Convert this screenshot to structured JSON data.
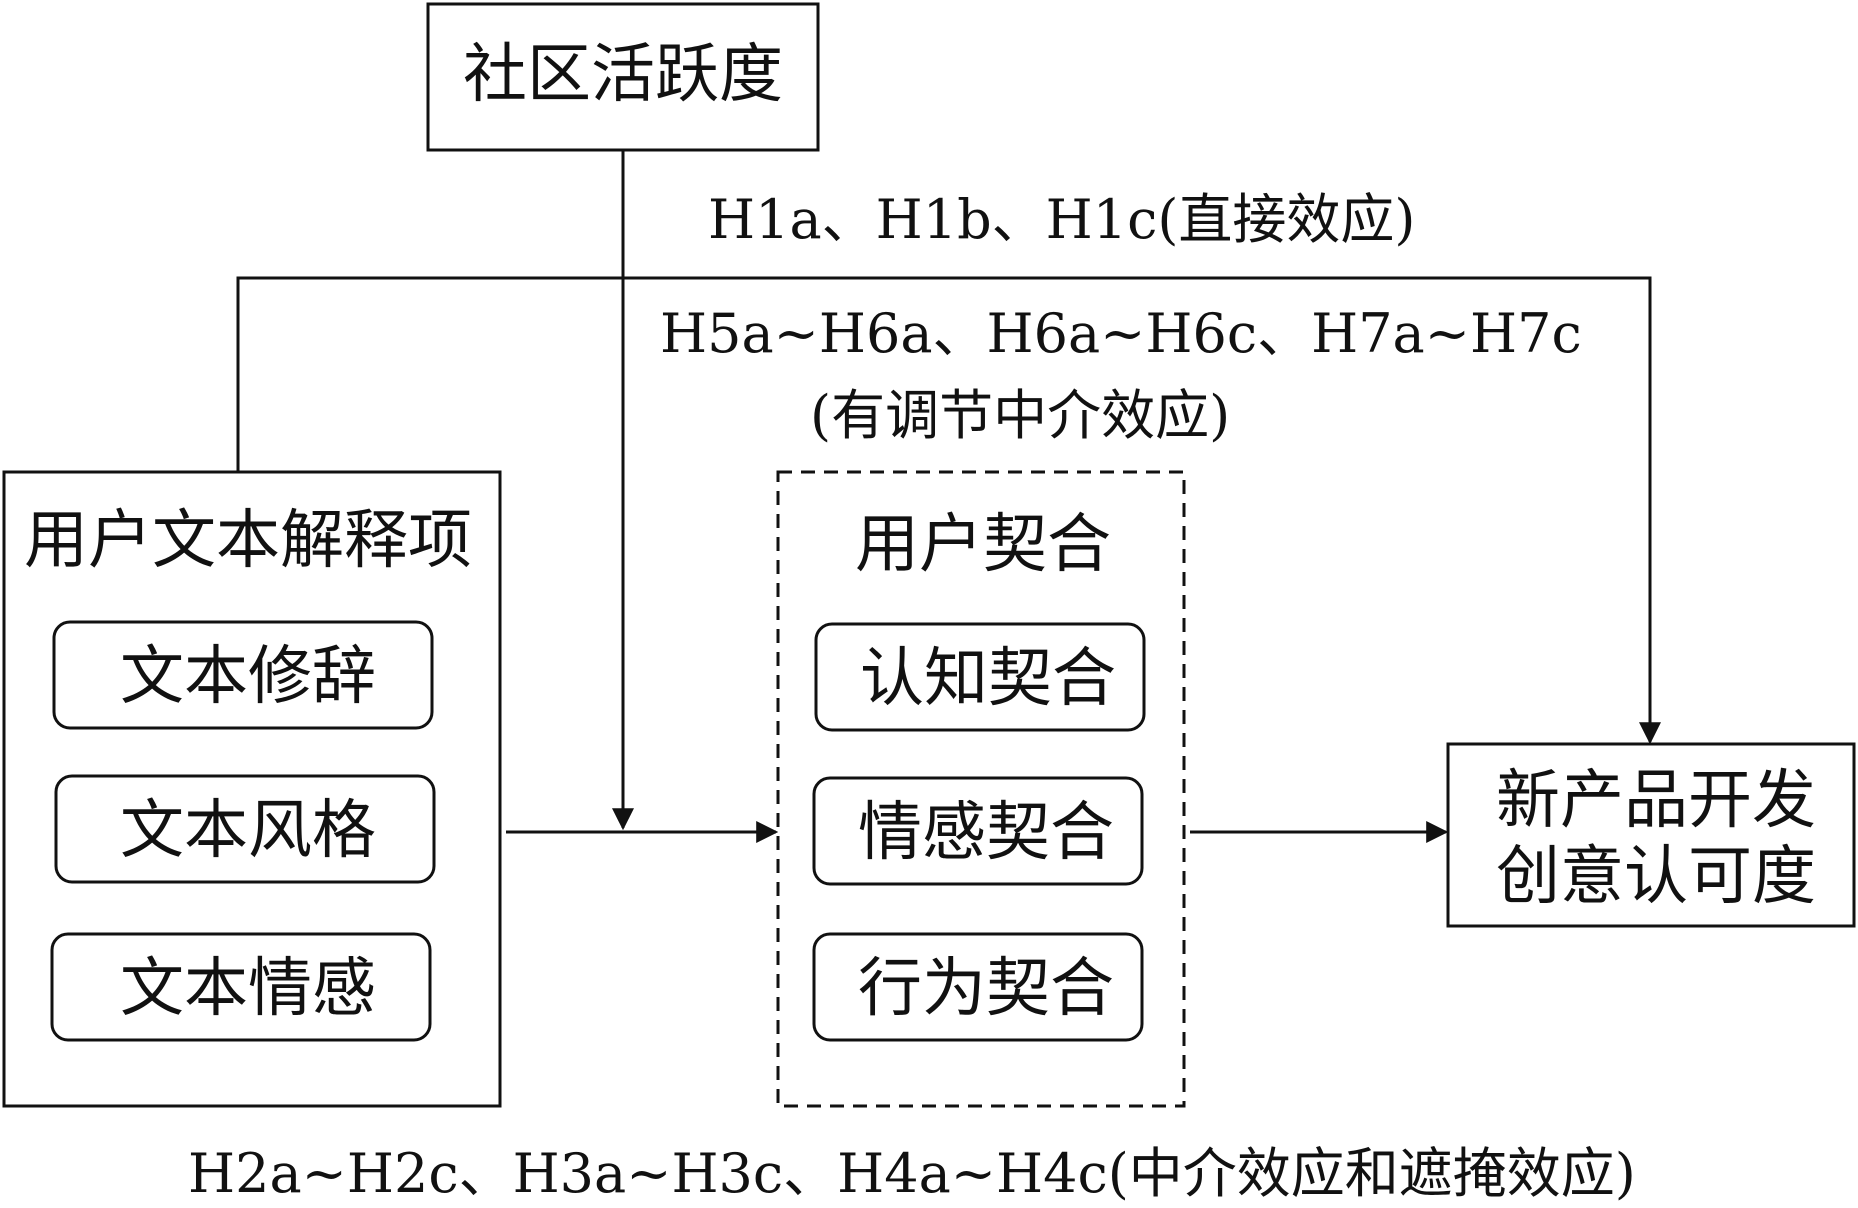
{
  "nodes": {
    "community_activity": "社区活跃度",
    "user_text_items": {
      "title": "用户文本解释项",
      "items": [
        "文本修辞",
        "文本风格",
        "文本情感"
      ]
    },
    "user_engagement": {
      "title": "用户契合",
      "items": [
        "认知契合",
        "情感契合",
        "行为契合"
      ]
    },
    "outcome": {
      "line1": "新产品开发",
      "line2": "创意认可度"
    }
  },
  "labels": {
    "direct_effect": "H1a、H1b、H1c(直接效应)",
    "moderated_mediation_line1": "H5a~H6a、H6a~H6c、H7a~H7c",
    "moderated_mediation_line2": "(有调节中介效应)",
    "mediation_masking": "H2a~H2c、H3a~H3c、H4a~H4c(中介效应和遮掩效应)"
  },
  "colors": {
    "stroke": "#111111",
    "background": "#ffffff"
  }
}
